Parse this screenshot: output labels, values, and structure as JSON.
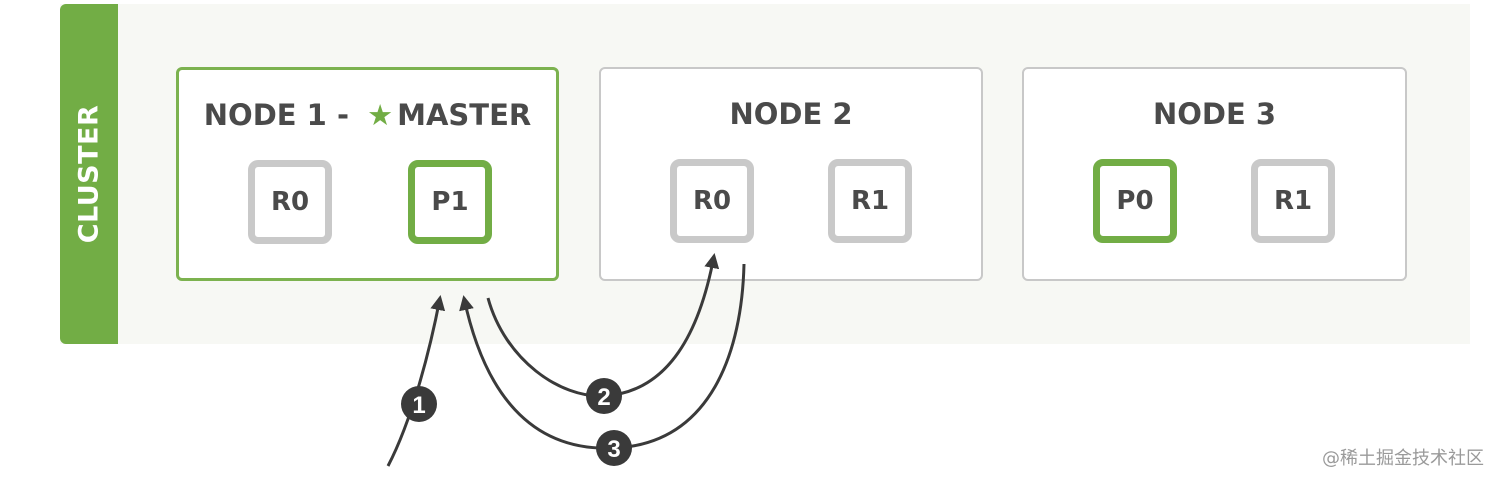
{
  "cluster": {
    "label": "CLUSTER"
  },
  "nodes": [
    {
      "title": "NODE 1 - ",
      "role": "MASTER",
      "is_master": true,
      "shards": [
        {
          "label": "R0",
          "type": "replica"
        },
        {
          "label": "P1",
          "type": "primary"
        }
      ]
    },
    {
      "title": "NODE 2",
      "is_master": false,
      "shards": [
        {
          "label": "R0",
          "type": "replica"
        },
        {
          "label": "R1",
          "type": "replica"
        }
      ]
    },
    {
      "title": "NODE 3",
      "is_master": false,
      "shards": [
        {
          "label": "P0",
          "type": "primary"
        },
        {
          "label": "R1",
          "type": "replica"
        }
      ]
    }
  ],
  "steps": [
    "1",
    "2",
    "3"
  ],
  "watermark": "@稀土掘金技术社区",
  "colors": {
    "green": "#72ad45",
    "gray": "#c9c9c9",
    "arrow": "#3a3a3a"
  },
  "icons": {
    "master": "star-icon"
  }
}
